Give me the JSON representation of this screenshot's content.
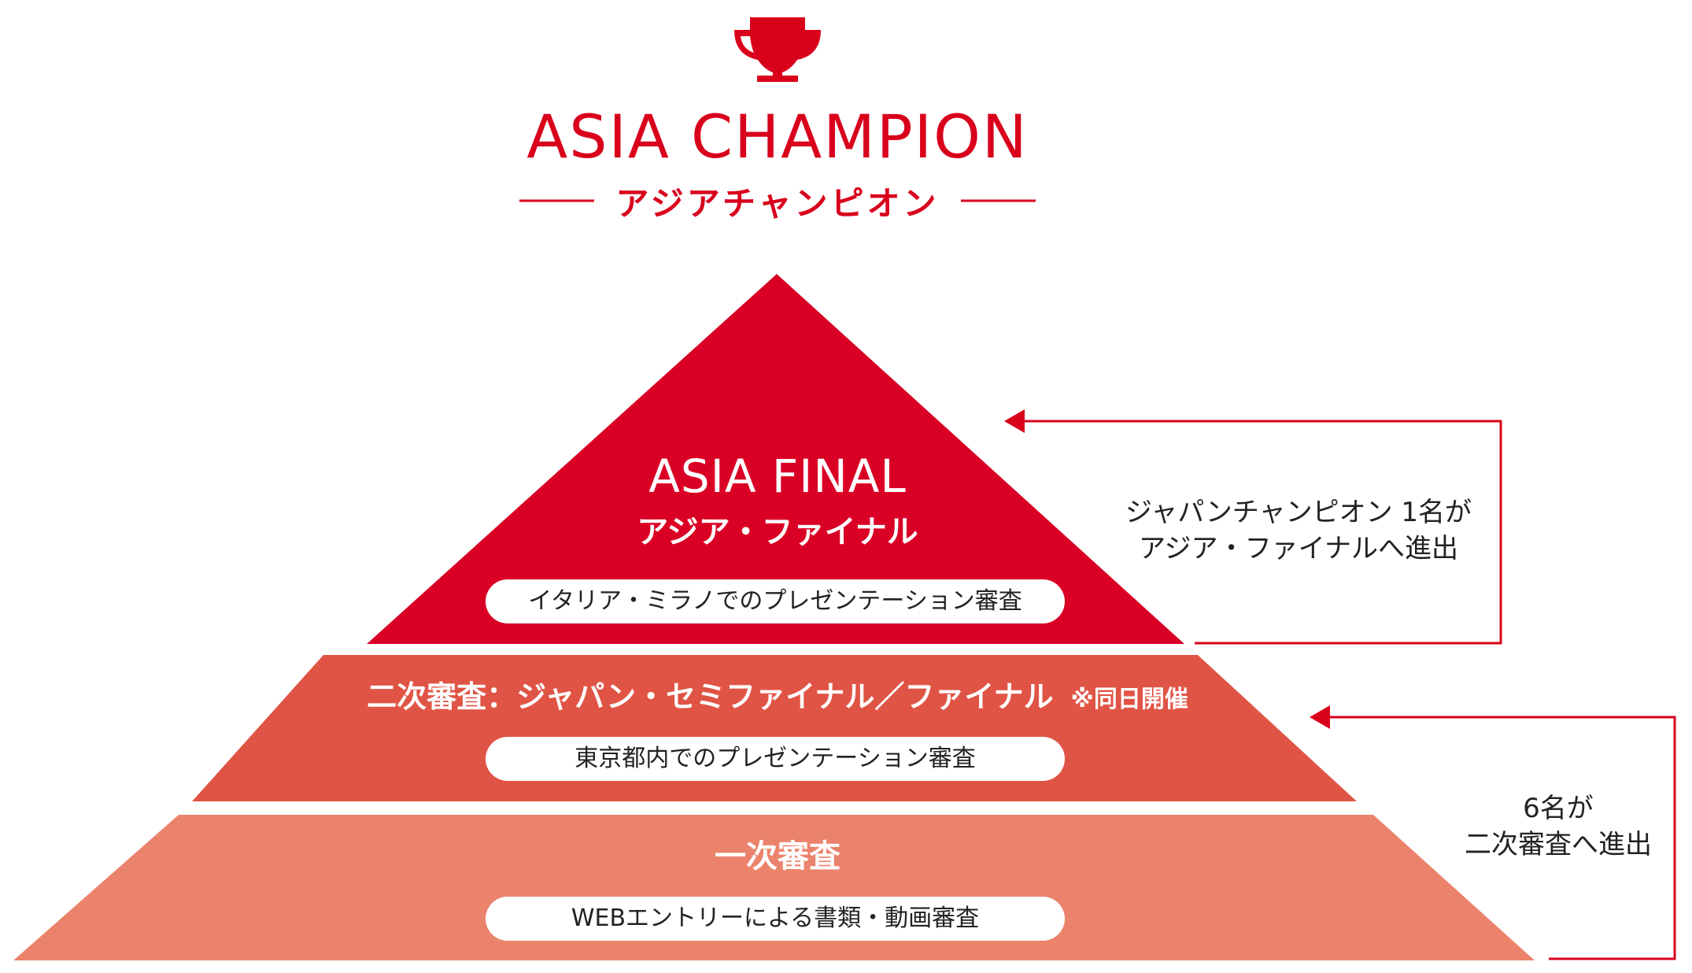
{
  "colors": {
    "brand_red": "#D9001C",
    "tier_top": "#DA0025",
    "tier_middle": "#E05445",
    "tier_bottom": "#EB836C",
    "text_dark": "#222222",
    "white": "#FFFFFF"
  },
  "header": {
    "trophy_icon": "trophy-icon",
    "title_en": "ASIA CHAMPION",
    "title_ja": "アジアチャンピオン"
  },
  "pyramid": {
    "final": {
      "title_en": "ASIA FINAL",
      "title_ja": "アジア・ファイナル",
      "pill": "イタリア・ミラノでのプレゼンテーション審査"
    },
    "semi": {
      "title": "二次審査：ジャパン・セミファイナル／ファイナル",
      "note": "※同日開催",
      "pill": "東京都内でのプレゼンテーション審査"
    },
    "first": {
      "title": "一次審査",
      "pill": "WEBエントリーによる書類・動画審査"
    }
  },
  "arrows": {
    "to_final": {
      "line1": "ジャパンチャンピオン 1名が",
      "line2": "アジア・ファイナルへ進出"
    },
    "to_semi": {
      "line1": "6名が",
      "line2": "二次審査へ進出"
    }
  }
}
